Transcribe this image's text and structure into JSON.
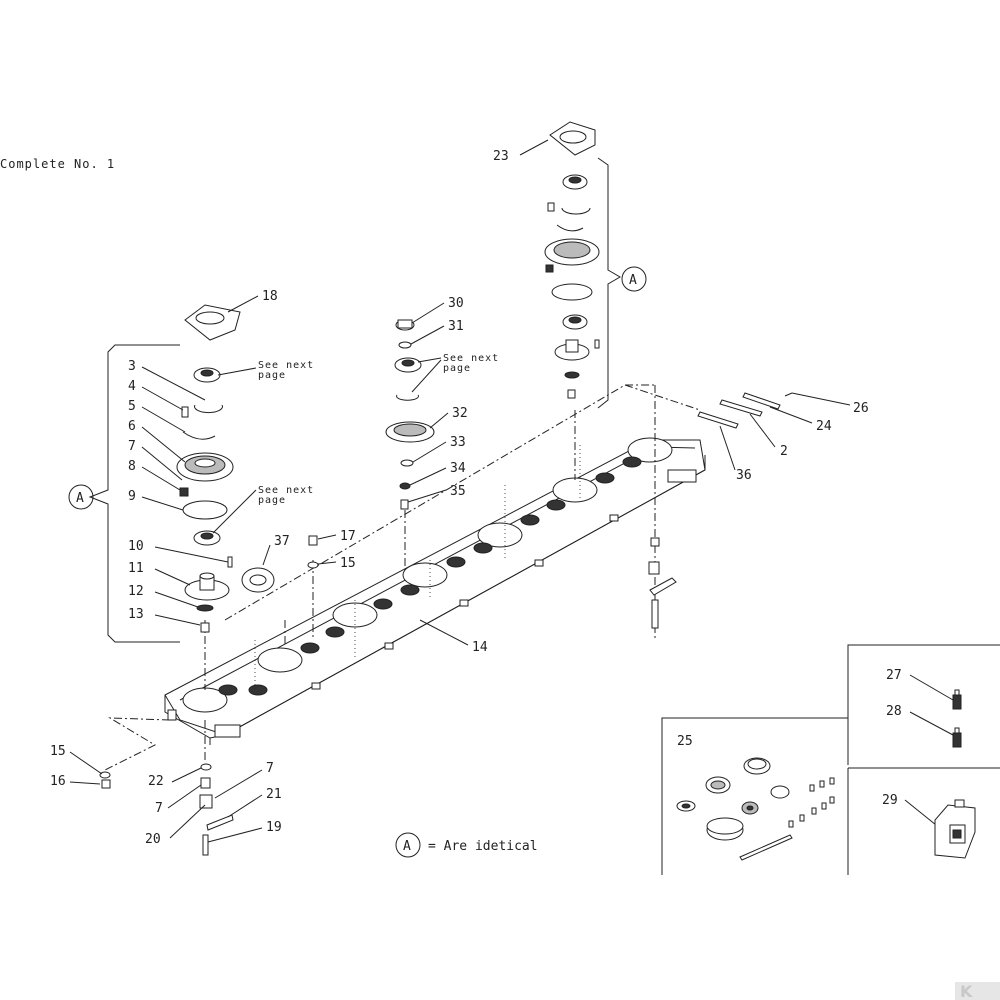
{
  "title": "Complete No. 1",
  "note_see_next_page": [
    "See next",
    "page"
  ],
  "group_marker": "A",
  "legend_text": "= Are idetical",
  "labels": {
    "l2": "2",
    "l3": "3",
    "l4": "4",
    "l5": "5",
    "l6": "6",
    "l7a": "7",
    "l7b": "7",
    "l7c": "7",
    "l8": "8",
    "l9": "9",
    "l10": "10",
    "l11": "11",
    "l12": "12",
    "l13": "13",
    "l14": "14",
    "l15a": "15",
    "l15b": "15",
    "l16": "16",
    "l17": "17",
    "l18": "18",
    "l19": "19",
    "l20": "20",
    "l21": "21",
    "l22": "22",
    "l23": "23",
    "l24": "24",
    "l25": "25",
    "l26": "26",
    "l27": "27",
    "l28": "28",
    "l29": "29",
    "l30": "30",
    "l31": "31",
    "l32": "32",
    "l33": "33",
    "l34": "34",
    "l35": "35",
    "l36": "36",
    "l37": "37"
  },
  "logo": "K"
}
